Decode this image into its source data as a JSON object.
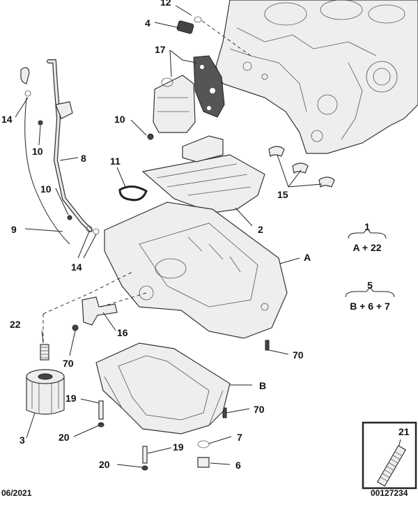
{
  "callouts": [
    "12",
    "4",
    "17",
    "14",
    "10",
    "10",
    "8",
    "11",
    "10",
    "9",
    "14",
    "2",
    "15",
    "A",
    "22",
    "16",
    "70",
    "70",
    "B",
    "19",
    "70",
    "3",
    "20",
    "7",
    "19",
    "20",
    "6",
    "21"
  ],
  "groups": [
    {
      "title": "1",
      "formula": "A + 22"
    },
    {
      "title": "5",
      "formula": "B + 6 + 7"
    }
  ],
  "footer": {
    "date": "06/2021",
    "ref": "00127234"
  }
}
